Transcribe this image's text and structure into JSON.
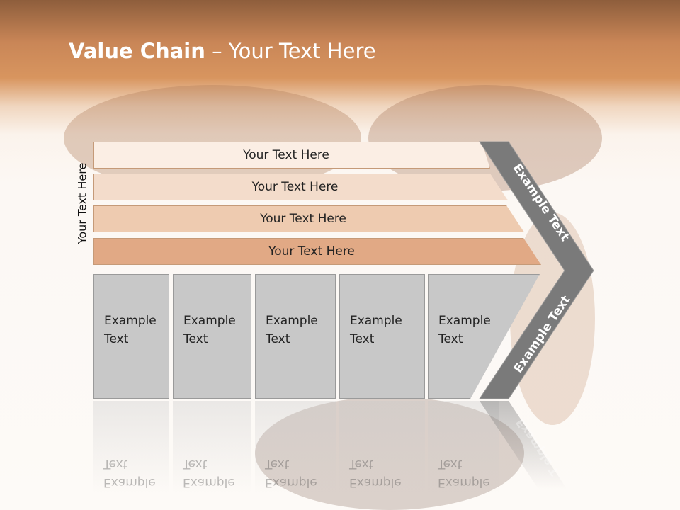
{
  "title": {
    "bold": "Value Chain",
    "rest": " – Your Text Here"
  },
  "side_label": "Your Text Here",
  "bands": [
    "Your Text Here",
    "Your Text Here",
    "Your Text Here",
    "Your Text Here"
  ],
  "boxes": [
    {
      "line1": "Example",
      "line2": "Text"
    },
    {
      "line1": "Example",
      "line2": "Text"
    },
    {
      "line1": "Example",
      "line2": "Text"
    },
    {
      "line1": "Example",
      "line2": "Text"
    },
    {
      "line1": "Example",
      "line2": "Text"
    }
  ],
  "chevron": {
    "upper": "Example Text",
    "lower": "Example Text"
  },
  "colors": {
    "band1": "#fbeee4",
    "band2": "#f3dccb",
    "band3": "#eecbb0",
    "band4": "#e1a985",
    "chevron": "#7a7a7a",
    "box": "#c8c8c8"
  }
}
